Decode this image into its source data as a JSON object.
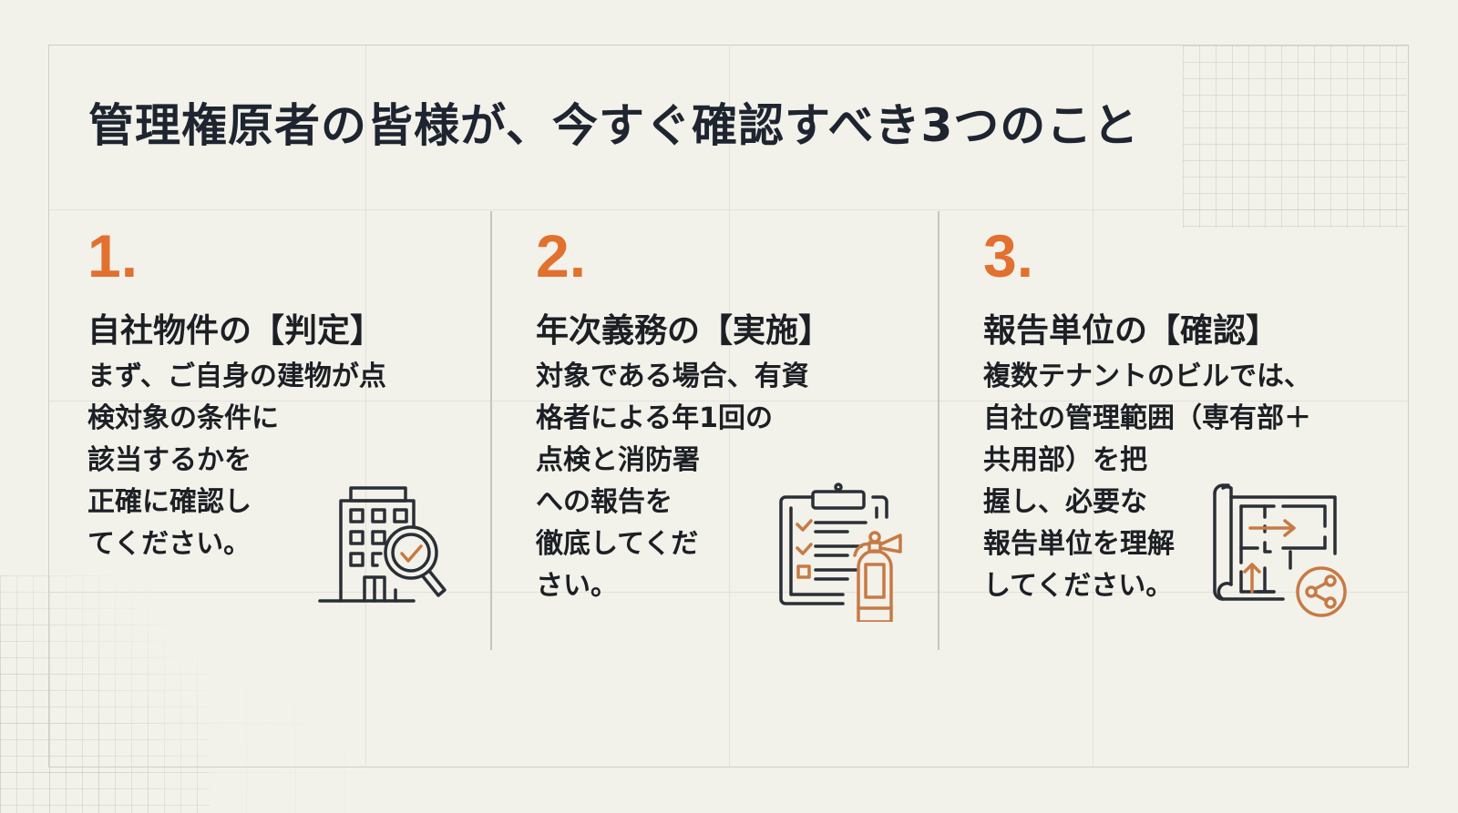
{
  "slide": {
    "title": "管理権原者の皆様が、今すぐ確認すべき3つのこと",
    "accent_color": "#e2702f",
    "text_color": "#1e2530",
    "background_color": "#f2f1ea",
    "items": [
      {
        "number": "1.",
        "heading": "自社物件の【判定】",
        "body_lines": [
          "まず、ご自身の建物が点",
          "検対象の条件に",
          "該当するかを",
          "正確に確認し",
          "てください。"
        ],
        "icon": "building-magnifier-check-icon"
      },
      {
        "number": "2.",
        "heading": "年次義務の【実施】",
        "body_lines": [
          "対象である場合、有資",
          "格者による年1回の",
          "点検と消防署",
          "への報告を",
          "徹底してくだ",
          "さい。"
        ],
        "icon": "clipboard-checklist-fire-extinguisher-icon"
      },
      {
        "number": "3.",
        "heading": "報告単位の【確認】",
        "body_lines": [
          "複数テナントのビルでは、",
          "自社の管理範囲（専有部＋",
          "共用部）を把",
          "握し、必要な",
          "報告単位を理解",
          "してください。"
        ],
        "icon": "floor-plan-share-icon"
      }
    ]
  }
}
